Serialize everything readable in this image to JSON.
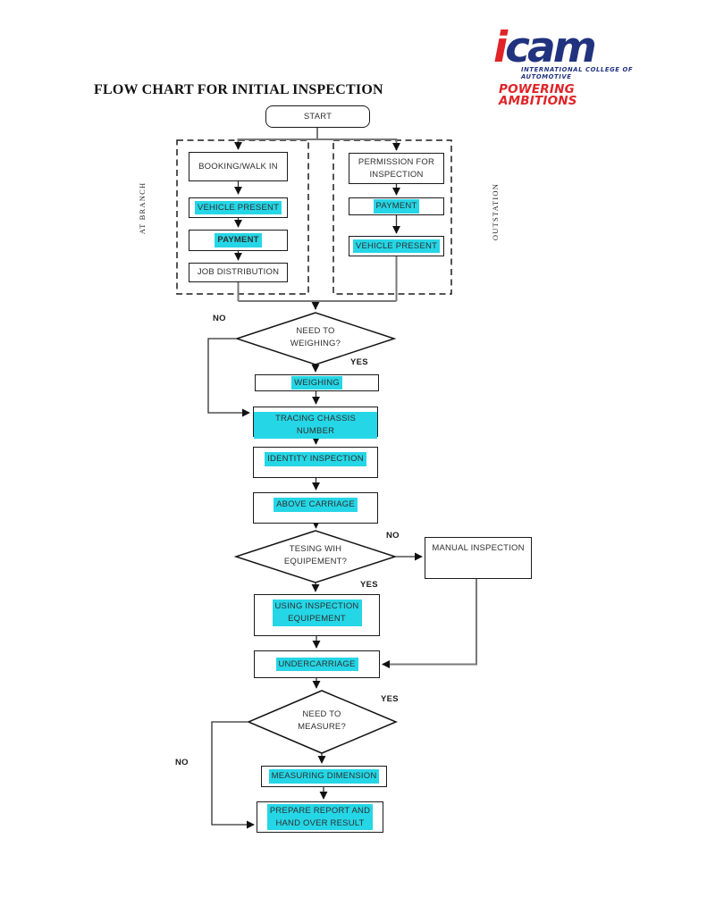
{
  "page": {
    "title": "FLOW CHART FOR INITIAL INSPECTION"
  },
  "logo": {
    "brand_i": "i",
    "brand_rest": "cam",
    "line1": "INTERNATIONAL COLLEGE OF",
    "line2": "AUTOMOTIVE",
    "tagline": "POWERING AMBITIONS",
    "colors": {
      "navy": "#21327e",
      "red": "#e02428"
    }
  },
  "colors": {
    "highlight": "#25d6e6",
    "line": "#2e2e2e",
    "gray_line": "#787878"
  },
  "lanes": {
    "left": "AT BRANCH",
    "right": "OUTSTATION"
  },
  "nodes": {
    "start": "START",
    "booking": "BOOKING/WALK IN",
    "vehicle_present_branch": "VEHICLE PRESENT",
    "payment_branch": "PAYMENT",
    "job_distribution": "JOB DISTRIBUTION",
    "permission": "PERMISSION FOR\nINSPECTION",
    "payment_outstation": "PAYMENT",
    "vehicle_present_outstation": "VEHICLE PRESENT",
    "need_to_weighing": "NEED TO\nWEIGHING?",
    "weighing": "WEIGHING",
    "tracing_chassis": "TRACING CHASSIS NUMBER",
    "identity_inspection": "IDENTITY INSPECTION",
    "above_carriage": "ABOVE CARRIAGE",
    "testing_with_equipment": "TESING WIH\nEQUIPEMENT?",
    "manual_inspection": "MANUAL INSPECTION",
    "using_inspection": "USING INSPECTION\nEQUIPEMENT",
    "undercarriage": "UNDERCARRIAGE",
    "need_to_measure": "NEED TO\nMEASURE?",
    "measuring_dimension": "MEASURING DIMENSION",
    "prepare_report": "PREPARE REPORT AND\nHAND OVER RESULT"
  },
  "edge_labels": {
    "weighing_no": "NO",
    "weighing_yes": "YES",
    "testing_no": "NO",
    "testing_yes": "YES",
    "measure_yes": "YES",
    "measure_no": "NO"
  }
}
